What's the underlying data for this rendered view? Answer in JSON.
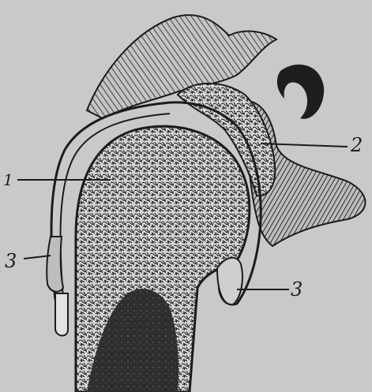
{
  "labels": {
    "one": "1",
    "two": "2",
    "three_left": "3",
    "three_right": "3"
  },
  "colors": {
    "paper": "#c9c9c9",
    "ink": "#1c1c1c",
    "bone_light": "#d6d6d6",
    "marrow_dark": "#2a2a2a"
  }
}
